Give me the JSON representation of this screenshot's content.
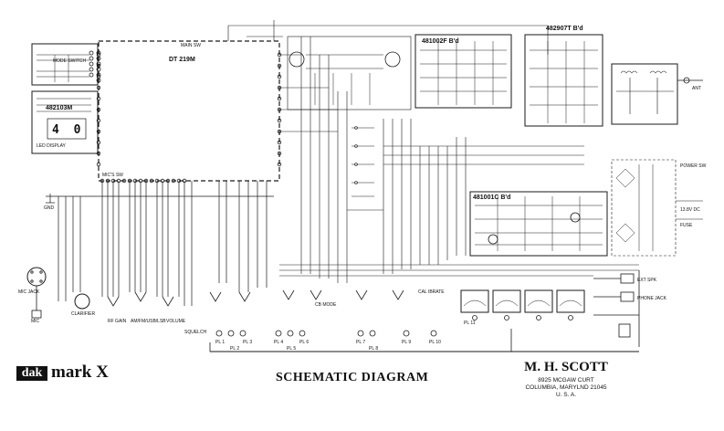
{
  "title_block": {
    "logo_badge": "dak",
    "logo_model": "mark X",
    "diagram_title": "SCHEMATIC DIAGRAM",
    "company": "M. H. SCOTT",
    "address_line1": "8925 MCGAW CURT",
    "address_line2": "COLUMBIA, MARYLND 21045",
    "address_line3": "U. S. A."
  },
  "boards": {
    "main_pcb": "DT 219M",
    "main_sw": "MAIN SW",
    "mic_sw": "MIC'S SW",
    "mode_switch": "MODE SWITCH",
    "mode_sw_board": "482103M",
    "led_display": "LED DISPLAY",
    "display_digits": "4 0",
    "board_a": "481002F",
    "board_b": "482907T",
    "board_c": "481001C",
    "board_a_suffix": "B'd",
    "board_b_suffix": "B'd",
    "board_c_suffix": "B'd"
  },
  "labels": {
    "clarifier": "CLARIFIER",
    "mic": "MIC",
    "rf_gain": "RF GAIN",
    "am_fm_usb_lsb": "AM/FM/USB/LSB",
    "volume": "VOLUME",
    "squelch": "SQUELCH",
    "cb_mode": "CB MODE",
    "cal_ibrate": "CAL IBRATE",
    "pl_labels": [
      "PL 1",
      "PL 2",
      "PL 3",
      "PL 4",
      "PL 5",
      "PL 6",
      "PL 7",
      "PL 8",
      "PL 9",
      "PL 10",
      "PL 11"
    ],
    "ant": "ANT",
    "ext_spk": "EXT SPK",
    "phone_jack": "PHONE JACK",
    "power_12v": "13.8V DC",
    "fuse": "FUSE",
    "power_sw": "POWER SW",
    "mic_jack": "MIC JACK",
    "ground": "GND"
  }
}
